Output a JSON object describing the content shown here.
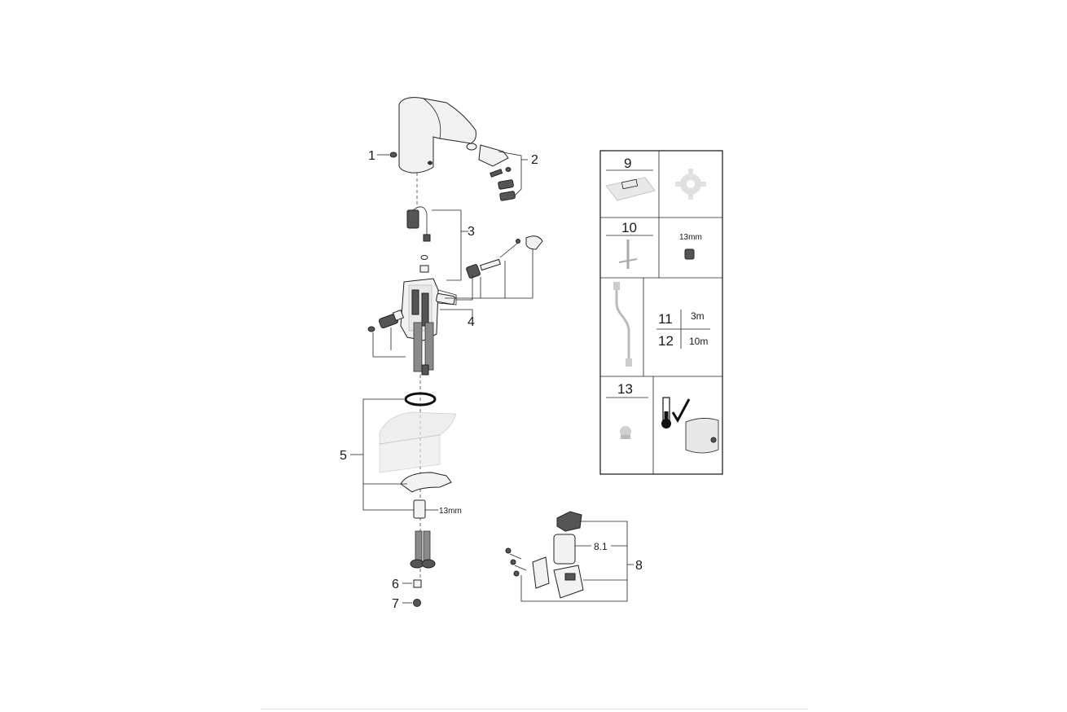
{
  "callouts": {
    "c1": "1",
    "c2": "2",
    "c3": "3",
    "c4": "4",
    "c5": "5",
    "c6": "6",
    "c7": "7",
    "c8": "8",
    "c8_1": "8.1"
  },
  "dimension_label": "13mm",
  "accessory_panel": {
    "item_9": "9",
    "item_10": "10",
    "item_10_size": "13mm",
    "item_11": "11",
    "item_11_length": "3m",
    "item_12": "12",
    "item_12_length": "10m",
    "item_13": "13"
  },
  "colors": {
    "line": "#222222",
    "accent_light": "#e0e0e0"
  }
}
